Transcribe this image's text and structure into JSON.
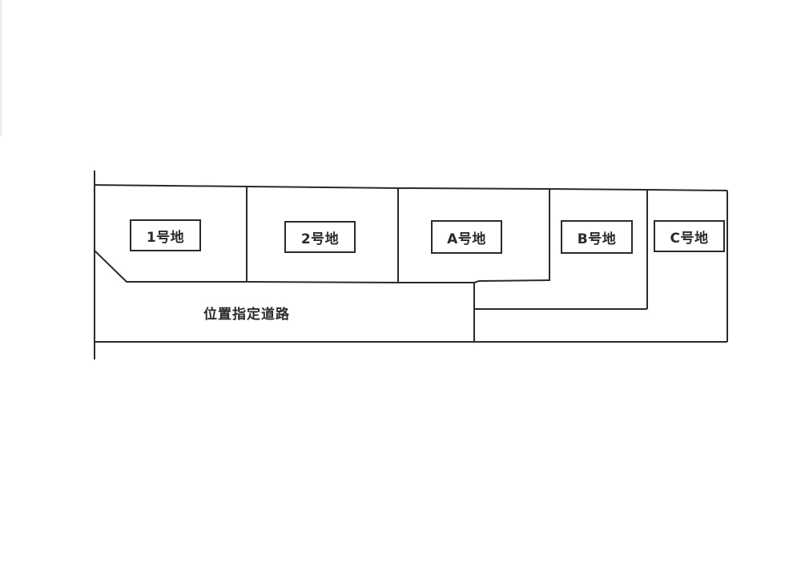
{
  "diagram": {
    "type": "lot-subdivision-plan",
    "line_color": "#2a2a2a",
    "background": "#ffffff",
    "lots": [
      {
        "id": "lot-1",
        "label": "1号地"
      },
      {
        "id": "lot-2",
        "label": "2号地"
      },
      {
        "id": "lot-a",
        "label": "A号地"
      },
      {
        "id": "lot-b",
        "label": "B号地"
      },
      {
        "id": "lot-c",
        "label": "C号地"
      }
    ],
    "road": {
      "label": "位置指定道路"
    }
  }
}
